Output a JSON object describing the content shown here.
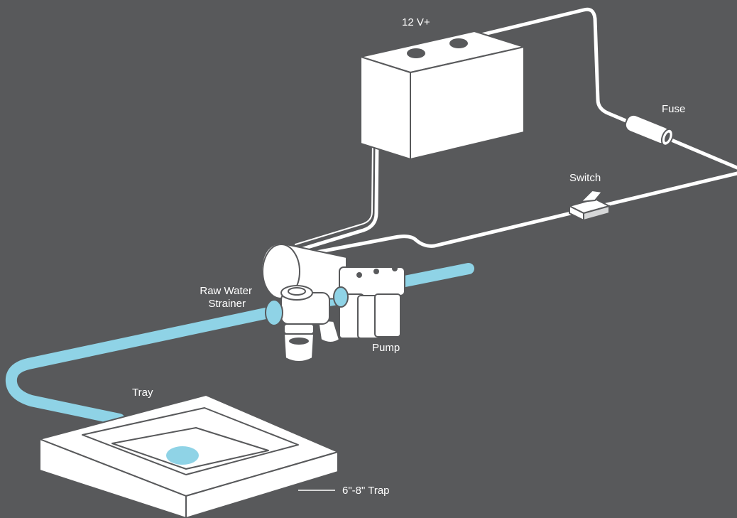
{
  "colors": {
    "background": "#58595b",
    "line": "#ffffff",
    "water": "#8fd3e6",
    "component": "#ffffff",
    "component_shade": "#d6d7d8"
  },
  "labels": {
    "battery": "12 V+",
    "fuse": "Fuse",
    "switch": "Switch",
    "strainer_line1": "Raw Water",
    "strainer_line2": "Strainer",
    "pump": "Pump",
    "tray": "Tray",
    "trap": "6\"-8\" Trap"
  }
}
